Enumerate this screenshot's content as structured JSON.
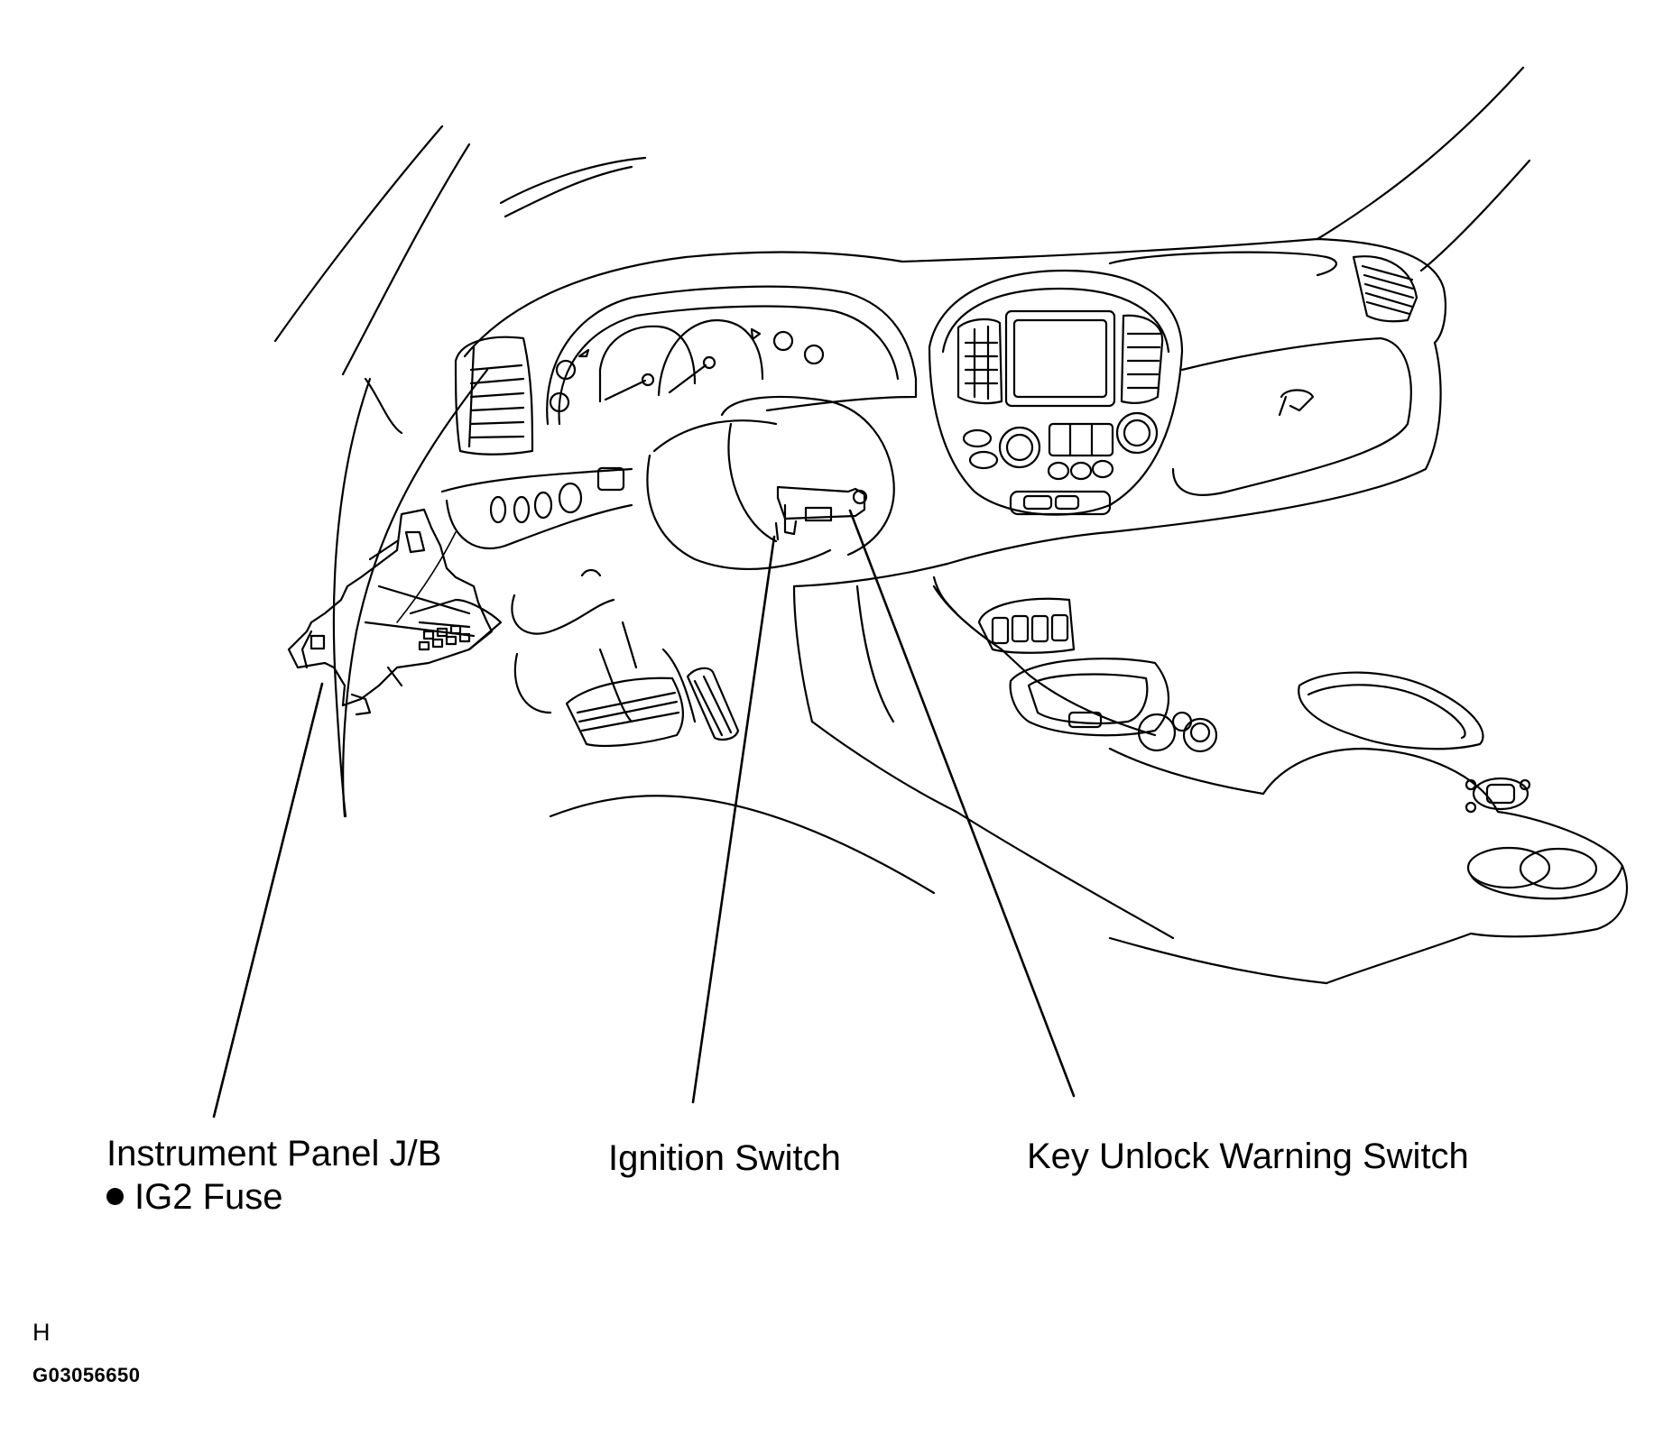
{
  "callouts": {
    "instrument_panel_jb": "Instrument Panel J/B",
    "ig2_fuse": "IG2 Fuse",
    "ignition_switch": "Ignition Switch",
    "key_unlock_warning_switch": "Key Unlock Warning Switch"
  },
  "footer": {
    "letter": "H",
    "figure_code": "G03056650"
  }
}
